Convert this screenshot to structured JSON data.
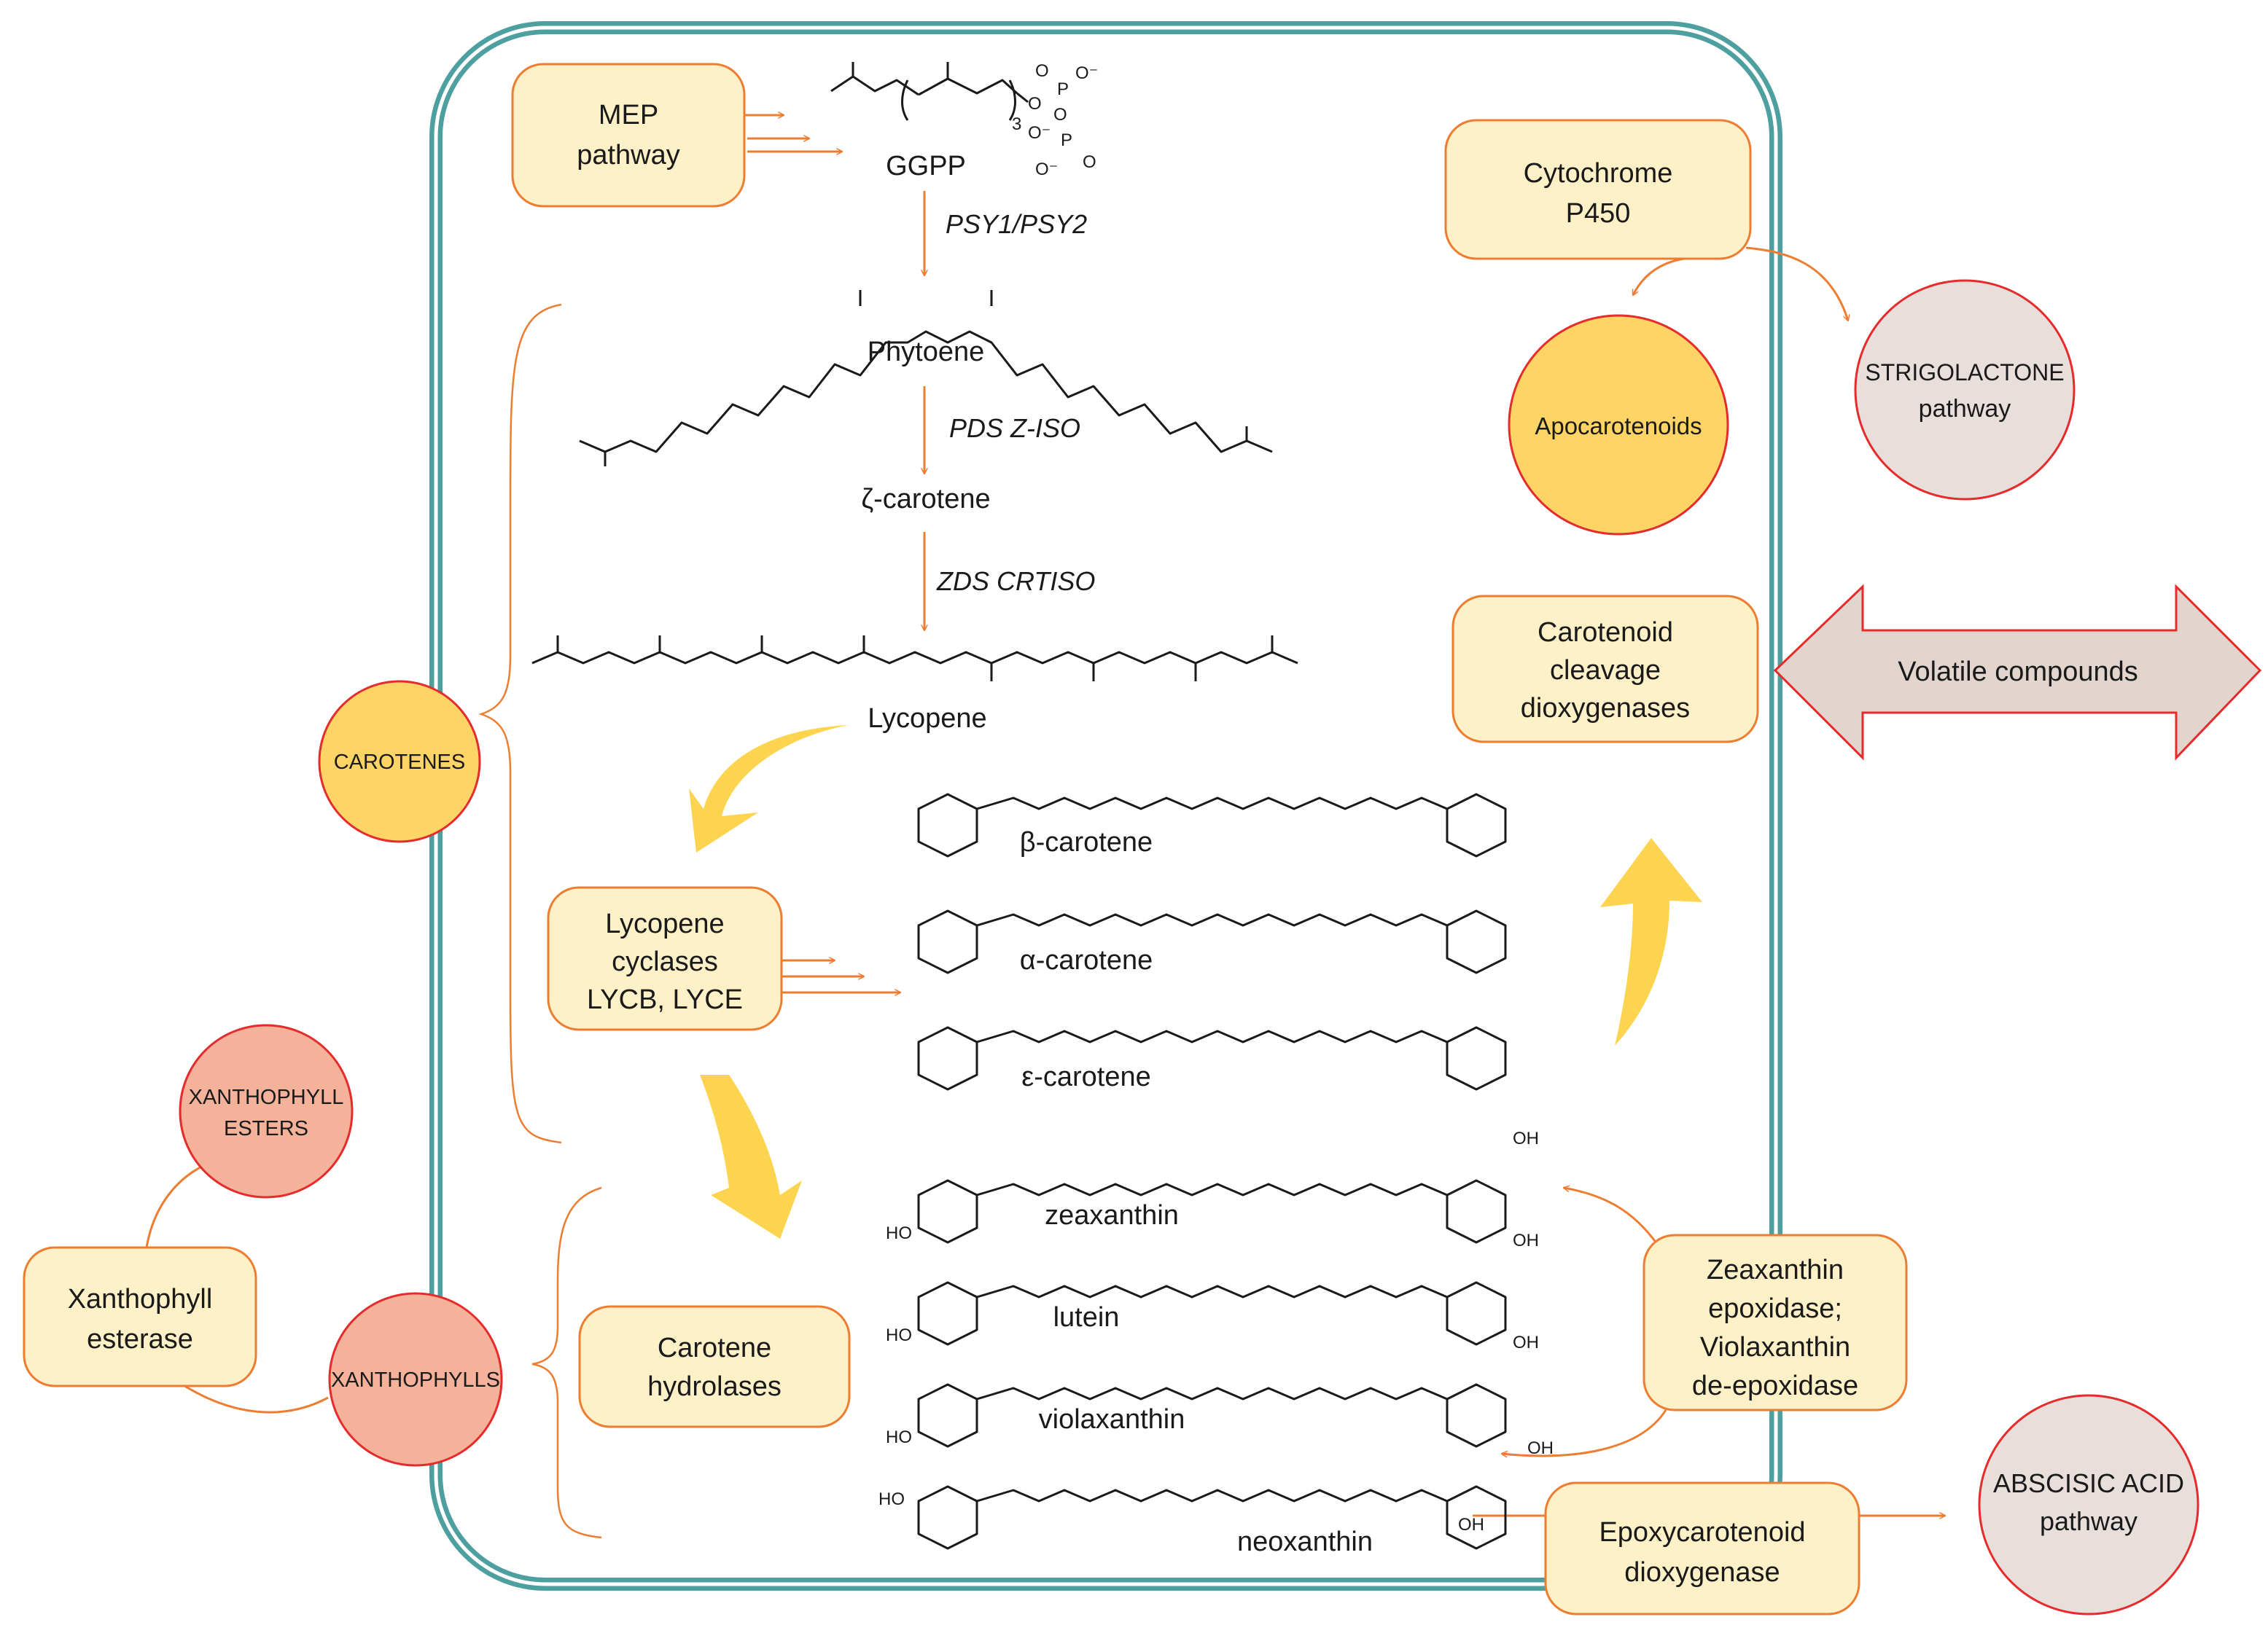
{
  "boxes": {
    "mep": [
      "MEP",
      "pathway"
    ],
    "cyp": [
      "Cytochrome",
      "P450"
    ],
    "ccd": [
      "Carotenoid",
      "cleavage",
      "dioxygenases"
    ],
    "lyc": [
      "Lycopene",
      "cyclases",
      "LYCB, LYCE"
    ],
    "xest": [
      "Xanthophyll",
      "esterase"
    ],
    "chyd": [
      "Carotene",
      "hydrolases"
    ],
    "zep": [
      "Zeaxanthin",
      "epoxidase;",
      "Violaxanthin",
      "de-epoxidase"
    ],
    "nced": [
      "Epoxycarotenoid",
      "dioxygenase"
    ]
  },
  "circles": {
    "apoc": [
      "Apocarotenoids"
    ],
    "strigo": [
      "STRIGOLACTONE",
      "pathway"
    ],
    "carotenes": [
      "CAROTENES"
    ],
    "xestc": [
      "XANTHOPHYLL",
      "ESTERS"
    ],
    "xanthophylls": [
      "XANTHOPHYLLS"
    ],
    "aba": [
      "ABSCISIC ACID",
      "pathway"
    ]
  },
  "volatile": "Volatile compounds",
  "compounds": {
    "ggpp": "GGPP",
    "phytoene": "Phytoene",
    "zeta": "ζ-carotene",
    "lycopene": "Lycopene",
    "beta": "β-carotene",
    "alpha": "α-carotene",
    "epsilon": "ε-carotene",
    "zeaxanthin": "zeaxanthin",
    "lutein": "lutein",
    "violaxanthin": "violaxanthin",
    "neoxanthin": "neoxanthin"
  },
  "enzymes": {
    "psy": "PSY1/PSY2",
    "pds": "PDS Z-ISO",
    "zds": "ZDS CRTISO"
  },
  "chem_labels": {
    "oh": "OH",
    "ho": "HO",
    "o": "O",
    "p": "P",
    "o_minus": "O⁻",
    "three": "3"
  },
  "colors": {
    "box_fill": "#FEF0C7",
    "box_stroke": "#ED7D31",
    "membrane": "#4E9FA0",
    "arrow": "#ED7D31",
    "yellow_circle": "#FDD465",
    "salmon_circle": "#F4B29A",
    "grey_circle": "#E8DEDA",
    "circle_stroke": "#E52B2B",
    "big_arrow": "#FDD44F",
    "double_arrow_fill": "#E2D5CD",
    "double_arrow_stroke": "#E52B2B"
  }
}
